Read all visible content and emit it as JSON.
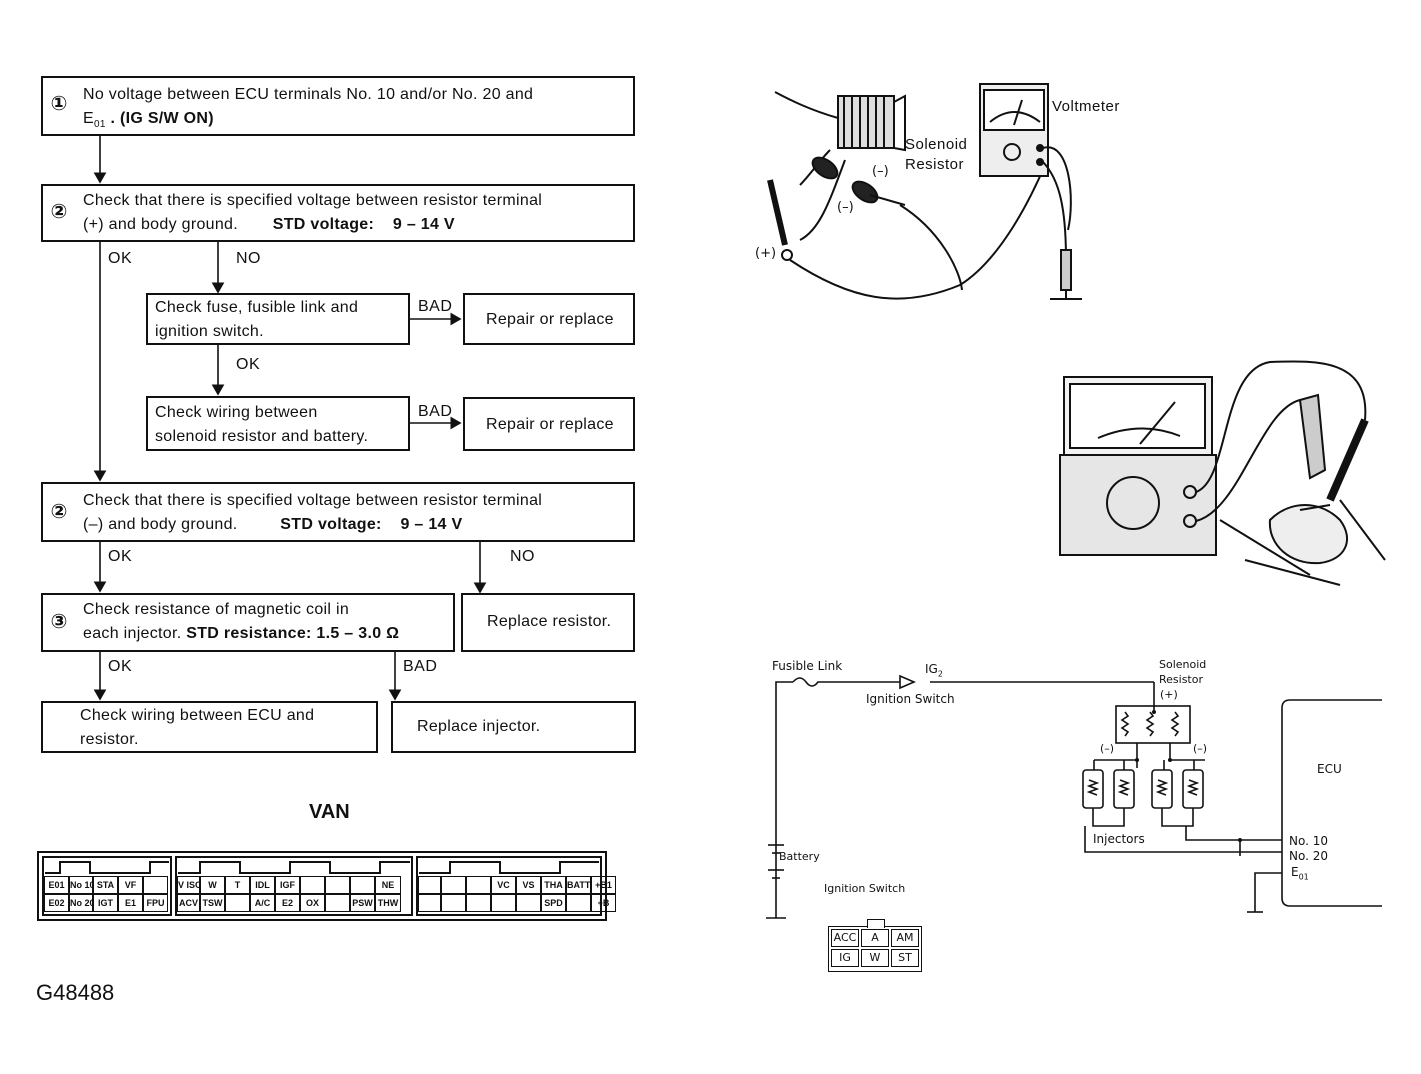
{
  "flowchart": {
    "step1": {
      "num": "①",
      "line1": "No voltage between ECU terminals No. 10 and/or No. 20 and",
      "line2_a": "E",
      "line2_sub": "01",
      "line2_b": " . (IG S/W ON)"
    },
    "step2a": {
      "num": "②",
      "line1": "Check that there is specified voltage between resistor terminal",
      "line2_a": "(+) and body ground.",
      "std": "STD voltage:",
      "std_val": "9  –  14 V"
    },
    "branch_ok_1": "OK",
    "branch_no_1": "NO",
    "fuse_check": {
      "line1": "Check fuse, fusible link and",
      "line2": "ignition switch."
    },
    "bad_1": "BAD",
    "repair_1": "Repair or replace",
    "ok_fuse": "OK",
    "wiring_check": {
      "line1": "Check wiring between",
      "line2": "solenoid resistor and battery."
    },
    "bad_2": "BAD",
    "repair_2": "Repair or replace",
    "step2b": {
      "num": "②",
      "line1": "Check that there is specified voltage between resistor terminal",
      "line2_a": "(–) and body ground.",
      "std": "STD voltage:",
      "std_val": "9 – 14 V"
    },
    "branch_ok_2": "OK",
    "branch_no_2": "NO",
    "step3": {
      "num": "③",
      "line1": "Check resistance of magnetic coil in",
      "line2_a": "each injector.",
      "std": "STD resistance:",
      "std_val": "1.5 – 3.0 Ω"
    },
    "replace_resistor": "Replace resistor.",
    "branch_ok_3": "OK",
    "branch_bad_3": "BAD",
    "ecu_wiring": {
      "line1": "Check wiring between ECU and",
      "line2": "resistor."
    },
    "replace_injector": "Replace injector."
  },
  "van_label": "VAN",
  "connector_rows": {
    "top": [
      "E01",
      "No 10",
      "STA",
      "VF",
      "",
      "V ISC",
      "W",
      "T",
      "IDL",
      "IGF",
      "",
      "",
      "",
      "NE",
      "",
      "",
      "",
      "VC",
      "VS",
      "THA",
      "BATT",
      "+B1"
    ],
    "bottom": [
      "E02",
      "No 20",
      "IGT",
      "E1",
      "FPU",
      "ACV",
      "TSW",
      "",
      "A/C",
      "E2",
      "OX",
      "",
      "PSW",
      "THW",
      "",
      "",
      "",
      "",
      "",
      "SPD",
      "",
      "+B"
    ]
  },
  "figure_id": "G48488",
  "photo1": {
    "voltmeter": "Voltmeter",
    "solenoid": "Solenoid",
    "resistor": "Resistor",
    "minus1": "(–)",
    "minus2": "(–)",
    "plus": "(+)"
  },
  "schematic": {
    "fusible_link": "Fusible Link",
    "ig2": "IG",
    "ig2_sub": "2",
    "ignition_switch": "Ignition Switch",
    "solenoid": "Solenoid",
    "resistor": "Resistor",
    "plus": "(+)",
    "minus_l": "(–)",
    "minus_r": "(–)",
    "ecu": "ECU",
    "injectors": "Injectors",
    "no10": "No. 10",
    "no20": "No. 20",
    "e01": "E",
    "e01_sub": "01",
    "battery": "Battery",
    "ign_switch2": "Ignition Switch",
    "switch_table": [
      [
        "ACC",
        "A",
        "AM"
      ],
      [
        "IG",
        "W",
        "ST"
      ]
    ]
  }
}
